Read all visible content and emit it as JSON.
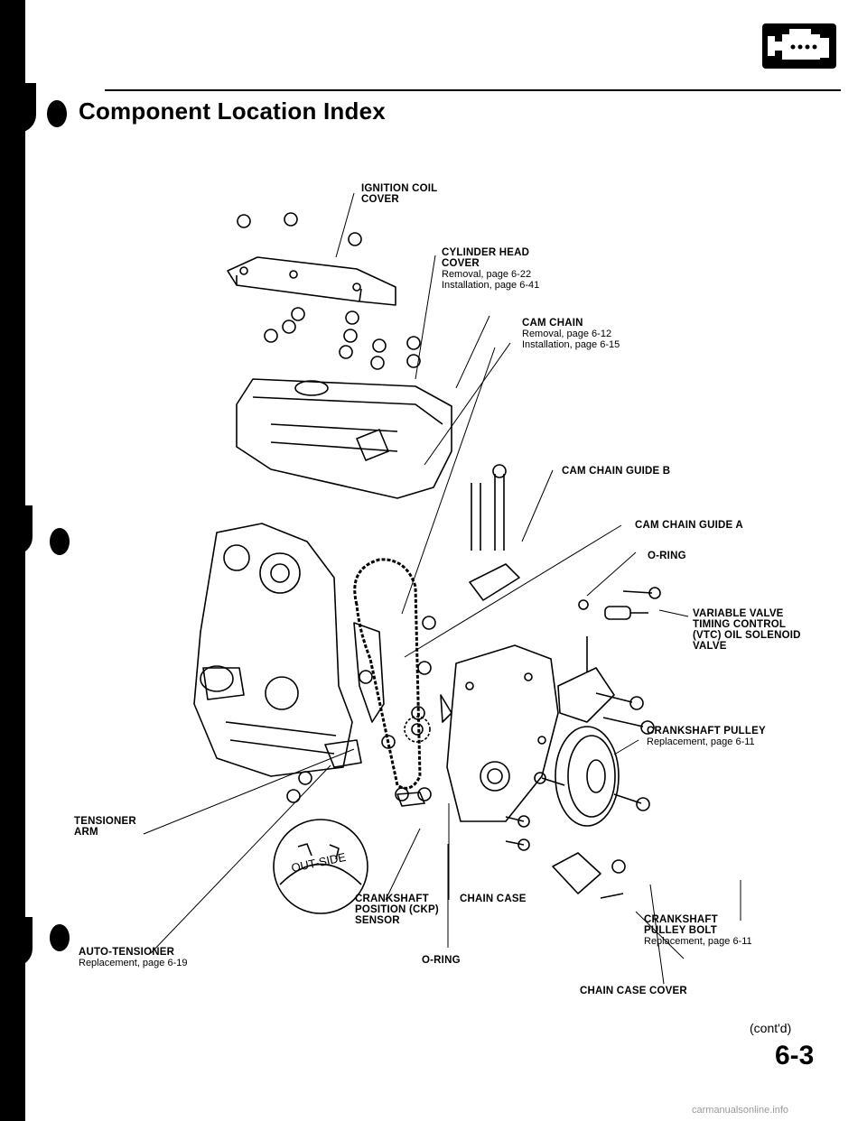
{
  "page": {
    "title": "Component Location Index",
    "continued": "(cont'd)",
    "page_number": "6-3",
    "footer": "carmanualsonline.info"
  },
  "callouts": {
    "ignition_coil_cover": "IGNITION COIL\nCOVER",
    "cylinder_head_cover": "CYLINDER HEAD\nCOVER",
    "cylinder_head_cover_removal": "Removal, page 6-22",
    "cylinder_head_cover_install": "Installation, page 6-41",
    "cam_chain": "CAM CHAIN",
    "cam_chain_removal": "Removal, page 6-12",
    "cam_chain_install": "Installation, page 6-15",
    "cam_chain_guide_b": "CAM CHAIN GUIDE B",
    "cam_chain_guide_a": "CAM CHAIN GUIDE A",
    "o_ring_top": "O-RING",
    "vtc_valve": "VARIABLE VALVE\nTIMING CONTROL\n(VTC) OIL SOLENOID\nVALVE",
    "crankshaft_pulley": "CRANKSHAFT PULLEY",
    "crankshaft_pulley_replace": "Replacement, page 6-11",
    "tensioner_arm": "TENSIONER\nARM",
    "ckp_sensor": "CRANKSHAFT\nPOSITION (CKP)\nSENSOR",
    "chain_case": "CHAIN CASE",
    "crankshaft_pulley_bolt": "CRANKSHAFT\nPULLEY BOLT",
    "crankshaft_pulley_bolt_replace": "Replacement, page 6-11",
    "auto_tensioner": "AUTO-TENSIONER",
    "auto_tensioner_replace": "Replacement, page 6-19",
    "o_ring_bottom": "O-RING",
    "chain_case_cover": "CHAIN CASE COVER",
    "sprocket_marking": "OUT-SIDE"
  }
}
